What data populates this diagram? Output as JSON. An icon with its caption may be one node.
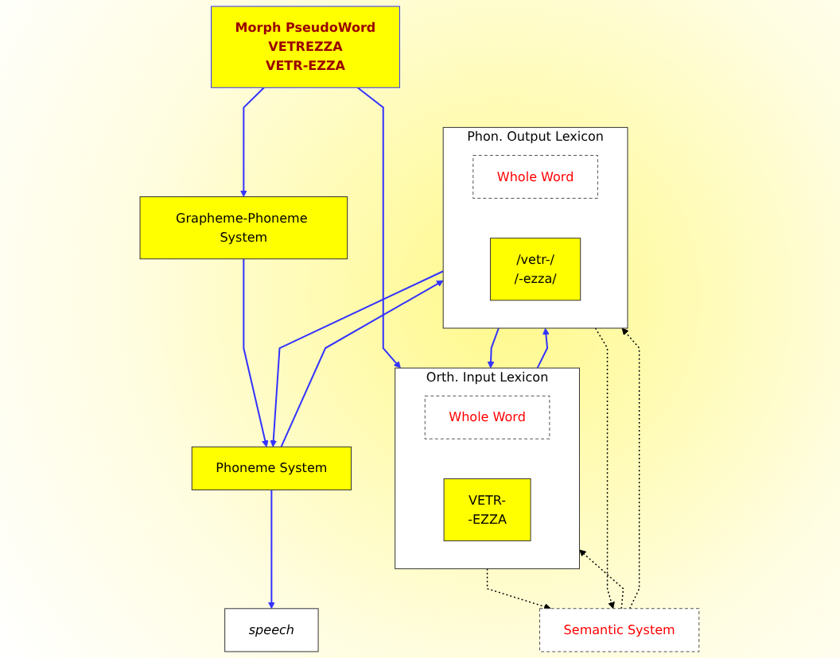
{
  "diagram": {
    "nodes": [
      {
        "text": [
          "Orth. Input Lexicon"
        ]
      },
      {
        "text": [
          "Whole Word"
        ],
        "in": 0
      },
      {
        "text": [
          "VETR-",
          "-EZZA"
        ],
        "in": 0
      },
      {
        "text": [
          "Morph PseudoWord",
          "VETREZZA",
          "VETR-EZZA"
        ]
      },
      {
        "text": [
          "Semantic System"
        ]
      },
      {
        "text": [
          "Grapheme-Phoneme System"
        ]
      },
      {
        "text": [
          "Phon. Output Lexicon"
        ]
      },
      {
        "text": [
          "Whole Word"
        ],
        "in": 6
      },
      {
        "text": [
          "/vetr-/",
          "/-ezza/"
        ],
        "in": 6
      },
      {
        "text": [
          "Phoneme System"
        ]
      },
      {
        "text": [
          "speech"
        ]
      }
    ],
    "edges": [
      {
        "from": 3,
        "to": 0,
        "arrow": "to"
      },
      {
        "from": 3,
        "to": 5,
        "arrow": "to"
      },
      {
        "from": 0,
        "to": 4,
        "arrow": "to",
        "style": "dashed",
        "color": "#000000"
      },
      {
        "from": 4,
        "to": 0,
        "arrow": "to",
        "style": "dashed",
        "color": "#000000"
      },
      {
        "from": 0,
        "to": 6,
        "arrow": "to"
      },
      {
        "from": 6,
        "to": 0,
        "arrow": "to"
      },
      {
        "from": 6,
        "to": 4,
        "arrow": "to",
        "style": "dashed",
        "color": "#000000"
      },
      {
        "from": 4,
        "to": 6,
        "arrow": "to",
        "style": "dashed",
        "color": "#000000"
      },
      {
        "from": 5,
        "to": 9,
        "arrow": "to"
      },
      {
        "from": 6,
        "to": 9,
        "arrow": "to"
      },
      {
        "from": 9,
        "to": 6,
        "arrow": "to"
      },
      {
        "from": 9,
        "to": 10,
        "arrow": "to"
      }
    ]
  }
}
